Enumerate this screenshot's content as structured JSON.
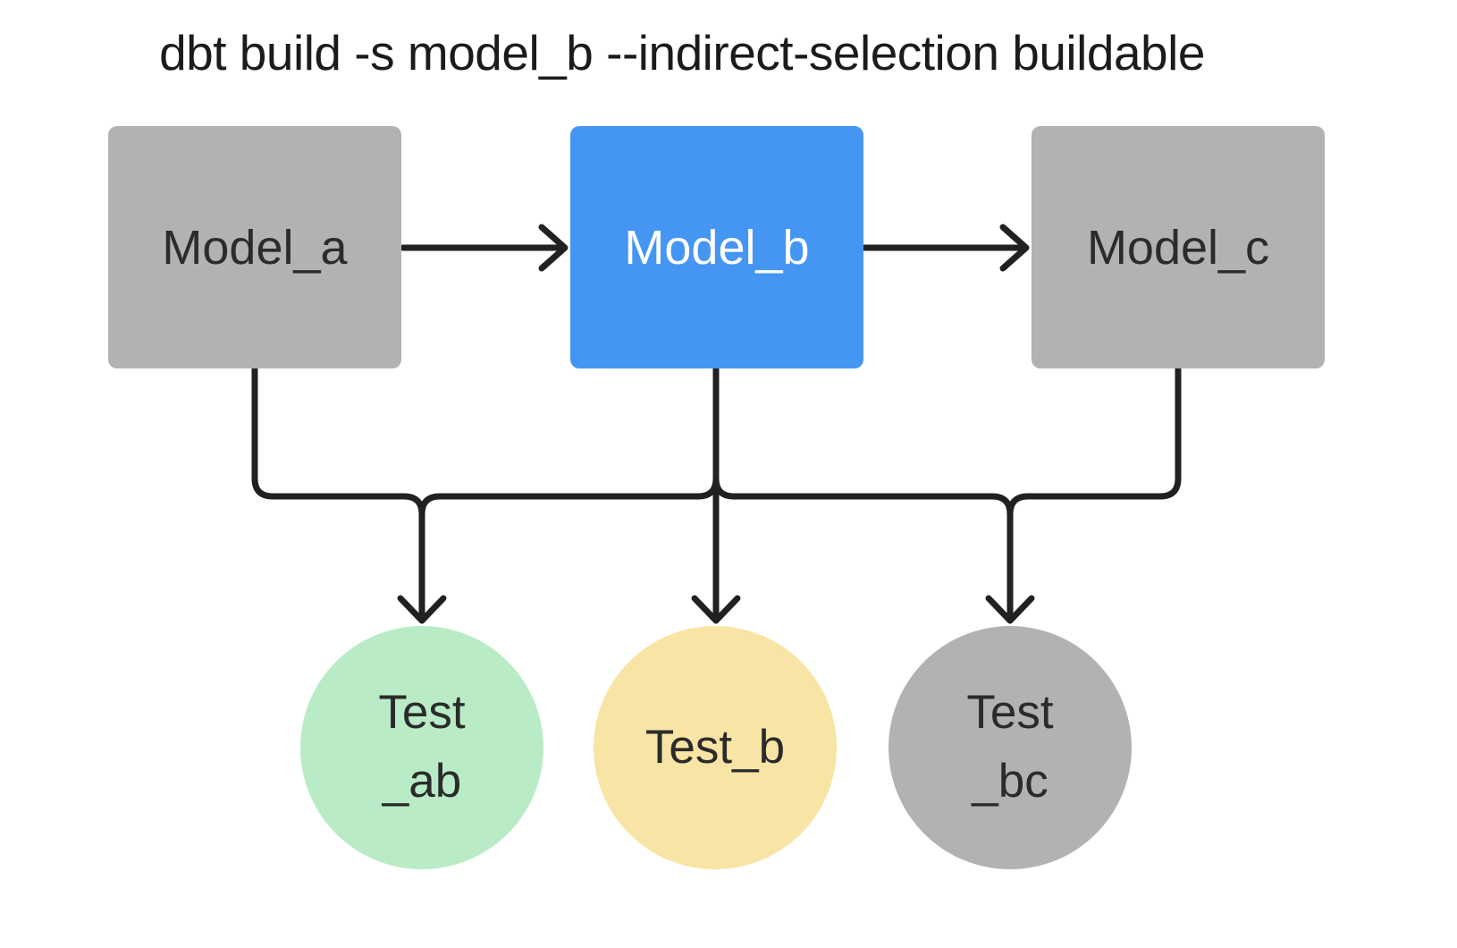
{
  "title": "dbt build -s model_b --indirect-selection buildable",
  "colors": {
    "background": "#ffffff",
    "node_gray": "#b2b2b2",
    "node_blue": "#4596f3",
    "test_green": "#b9ecc6",
    "test_yellow": "#f8e4a4",
    "edge_dark": "#212121",
    "label_dark": "#2b2b2b",
    "label_light": "#ffffff",
    "title_color": "#1b1b1b"
  },
  "nodes": {
    "model_a": {
      "label": "Model_a",
      "kind": "model",
      "fill": "#b2b2b2"
    },
    "model_b": {
      "label": "Model_b",
      "kind": "model",
      "fill": "#4596f3"
    },
    "model_c": {
      "label": "Model_c",
      "kind": "model",
      "fill": "#b2b2b2"
    },
    "test_ab": {
      "label_line1": "Test",
      "label_line2": "_ab",
      "kind": "test",
      "fill": "#b9ecc6"
    },
    "test_b": {
      "label": "Test_b",
      "kind": "test",
      "fill": "#f8e4a4"
    },
    "test_bc": {
      "label_line1": "Test",
      "label_line2": "_bc",
      "kind": "test",
      "fill": "#b2b2b2"
    }
  },
  "edges": [
    {
      "from": "model_a",
      "to": "model_b"
    },
    {
      "from": "model_b",
      "to": "model_c"
    },
    {
      "from": "model_a",
      "to": "test_ab"
    },
    {
      "from": "model_b",
      "to": "test_ab"
    },
    {
      "from": "model_b",
      "to": "test_b"
    },
    {
      "from": "model_b",
      "to": "test_bc"
    },
    {
      "from": "model_c",
      "to": "test_bc"
    }
  ]
}
